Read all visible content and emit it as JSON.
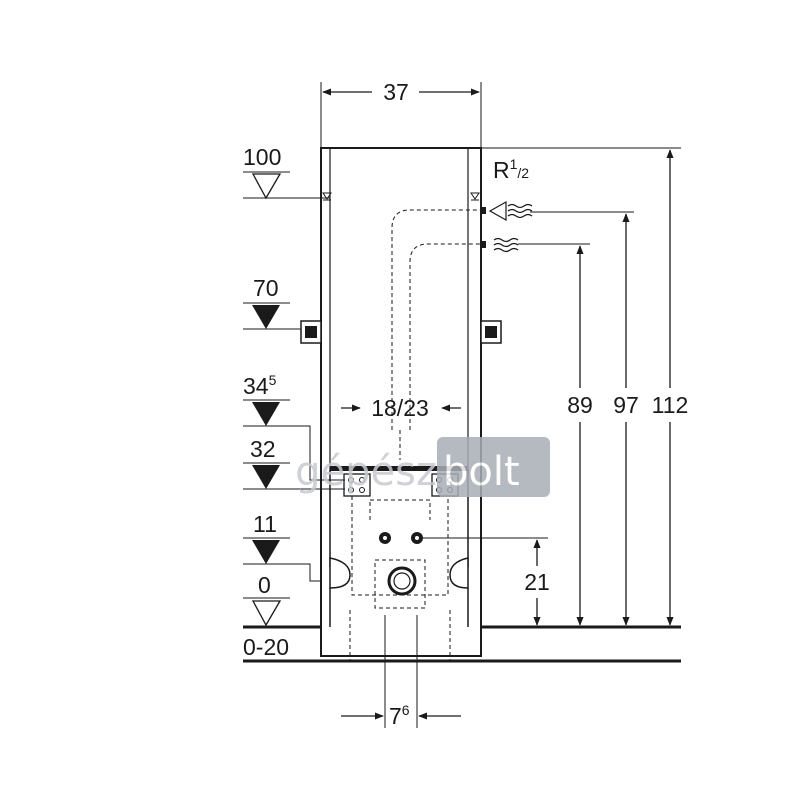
{
  "dimensions": {
    "width_top": "37",
    "thread": "R",
    "thread_sup": "1",
    "thread_sub": "/2",
    "level_100": "100",
    "level_70": "70",
    "level_34_main": "34",
    "level_34_sup": "5",
    "level_32": "32",
    "level_11": "11",
    "level_0": "0",
    "floor_range": "0-20",
    "bracket_spacing": "18/23",
    "height_89": "89",
    "height_97": "97",
    "height_112": "112",
    "height_21": "21",
    "drain_offset_main": "7",
    "drain_offset_sup": "6"
  },
  "watermark": {
    "part1": "gépész",
    "part2": "bolt"
  },
  "colors": {
    "line": "#1a1a1a",
    "watermark_box": "#a9adb6",
    "watermark_text": "#c7cad0"
  }
}
